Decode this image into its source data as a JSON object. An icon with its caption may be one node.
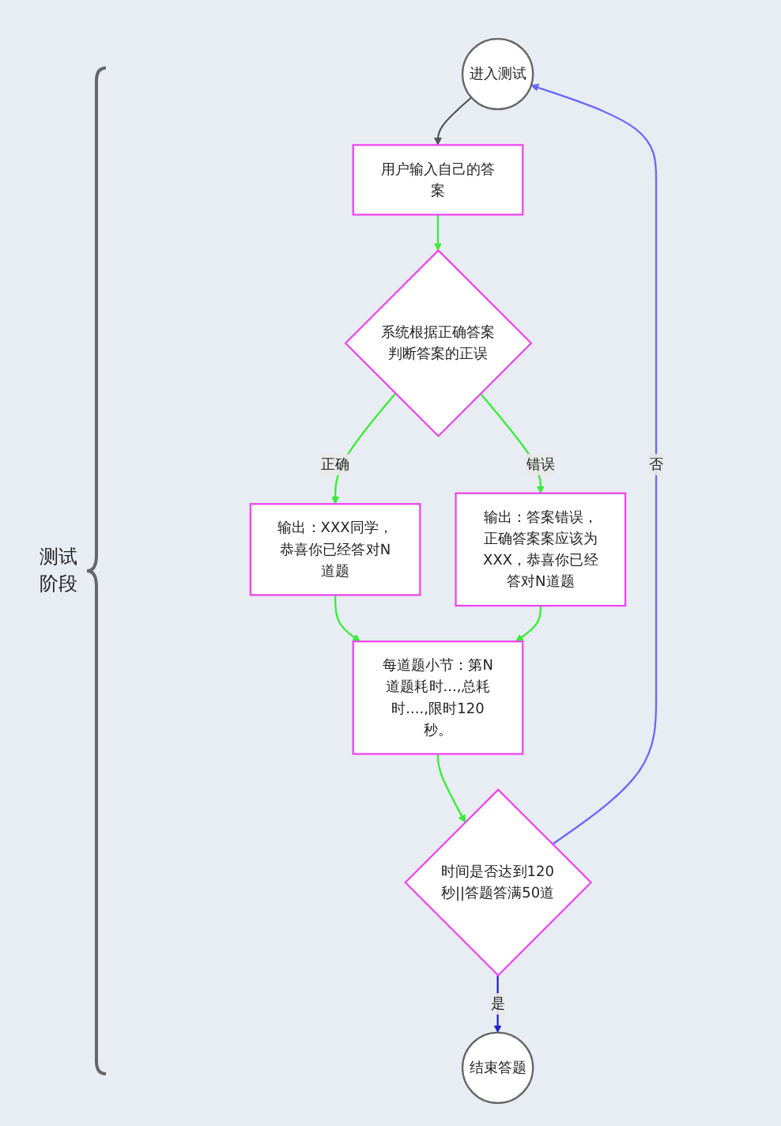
{
  "diagram": {
    "nodes": [
      {
        "text": [
          "进入测试"
        ]
      },
      {
        "text": [
          "用户输入自己的答案"
        ]
      },
      {
        "text": [
          "系统根据正确答案判断答案的正误"
        ]
      },
      {
        "text": [
          "输出：XXX同学，恭喜你已经答对N道题"
        ]
      },
      {
        "text": [
          "输出：答案错误，正确答案案应该为XXX，恭喜你已经答对N道题"
        ]
      },
      {
        "text": [
          "每道题小节：第N道题耗时...,总耗时....,限时120秒。"
        ]
      },
      {
        "text": [
          "时间是否达到120秒||答题答满50道"
        ]
      },
      {
        "text": [
          "结束答题"
        ]
      }
    ],
    "edges": [
      {
        "from": 0,
        "to": 1,
        "arrow": "to",
        "color": "#555555"
      },
      {
        "from": 1,
        "to": 2,
        "arrow": "to"
      },
      {
        "from": 2,
        "to": 3,
        "arrow": "to",
        "label": "正确"
      },
      {
        "from": 2,
        "to": 4,
        "arrow": "to",
        "label": "错误"
      },
      {
        "from": 3,
        "to": 5,
        "arrow": "to"
      },
      {
        "from": 4,
        "to": 5,
        "arrow": "to"
      },
      {
        "from": 5,
        "to": 6,
        "arrow": "to"
      },
      {
        "from": 6,
        "to": 0,
        "arrow": "to",
        "label": "否",
        "color": "#6666ff"
      },
      {
        "from": 6,
        "to": 7,
        "arrow": "to",
        "label": "是",
        "color": "#2222cc"
      }
    ],
    "labels": [
      "测试阶段"
    ]
  }
}
